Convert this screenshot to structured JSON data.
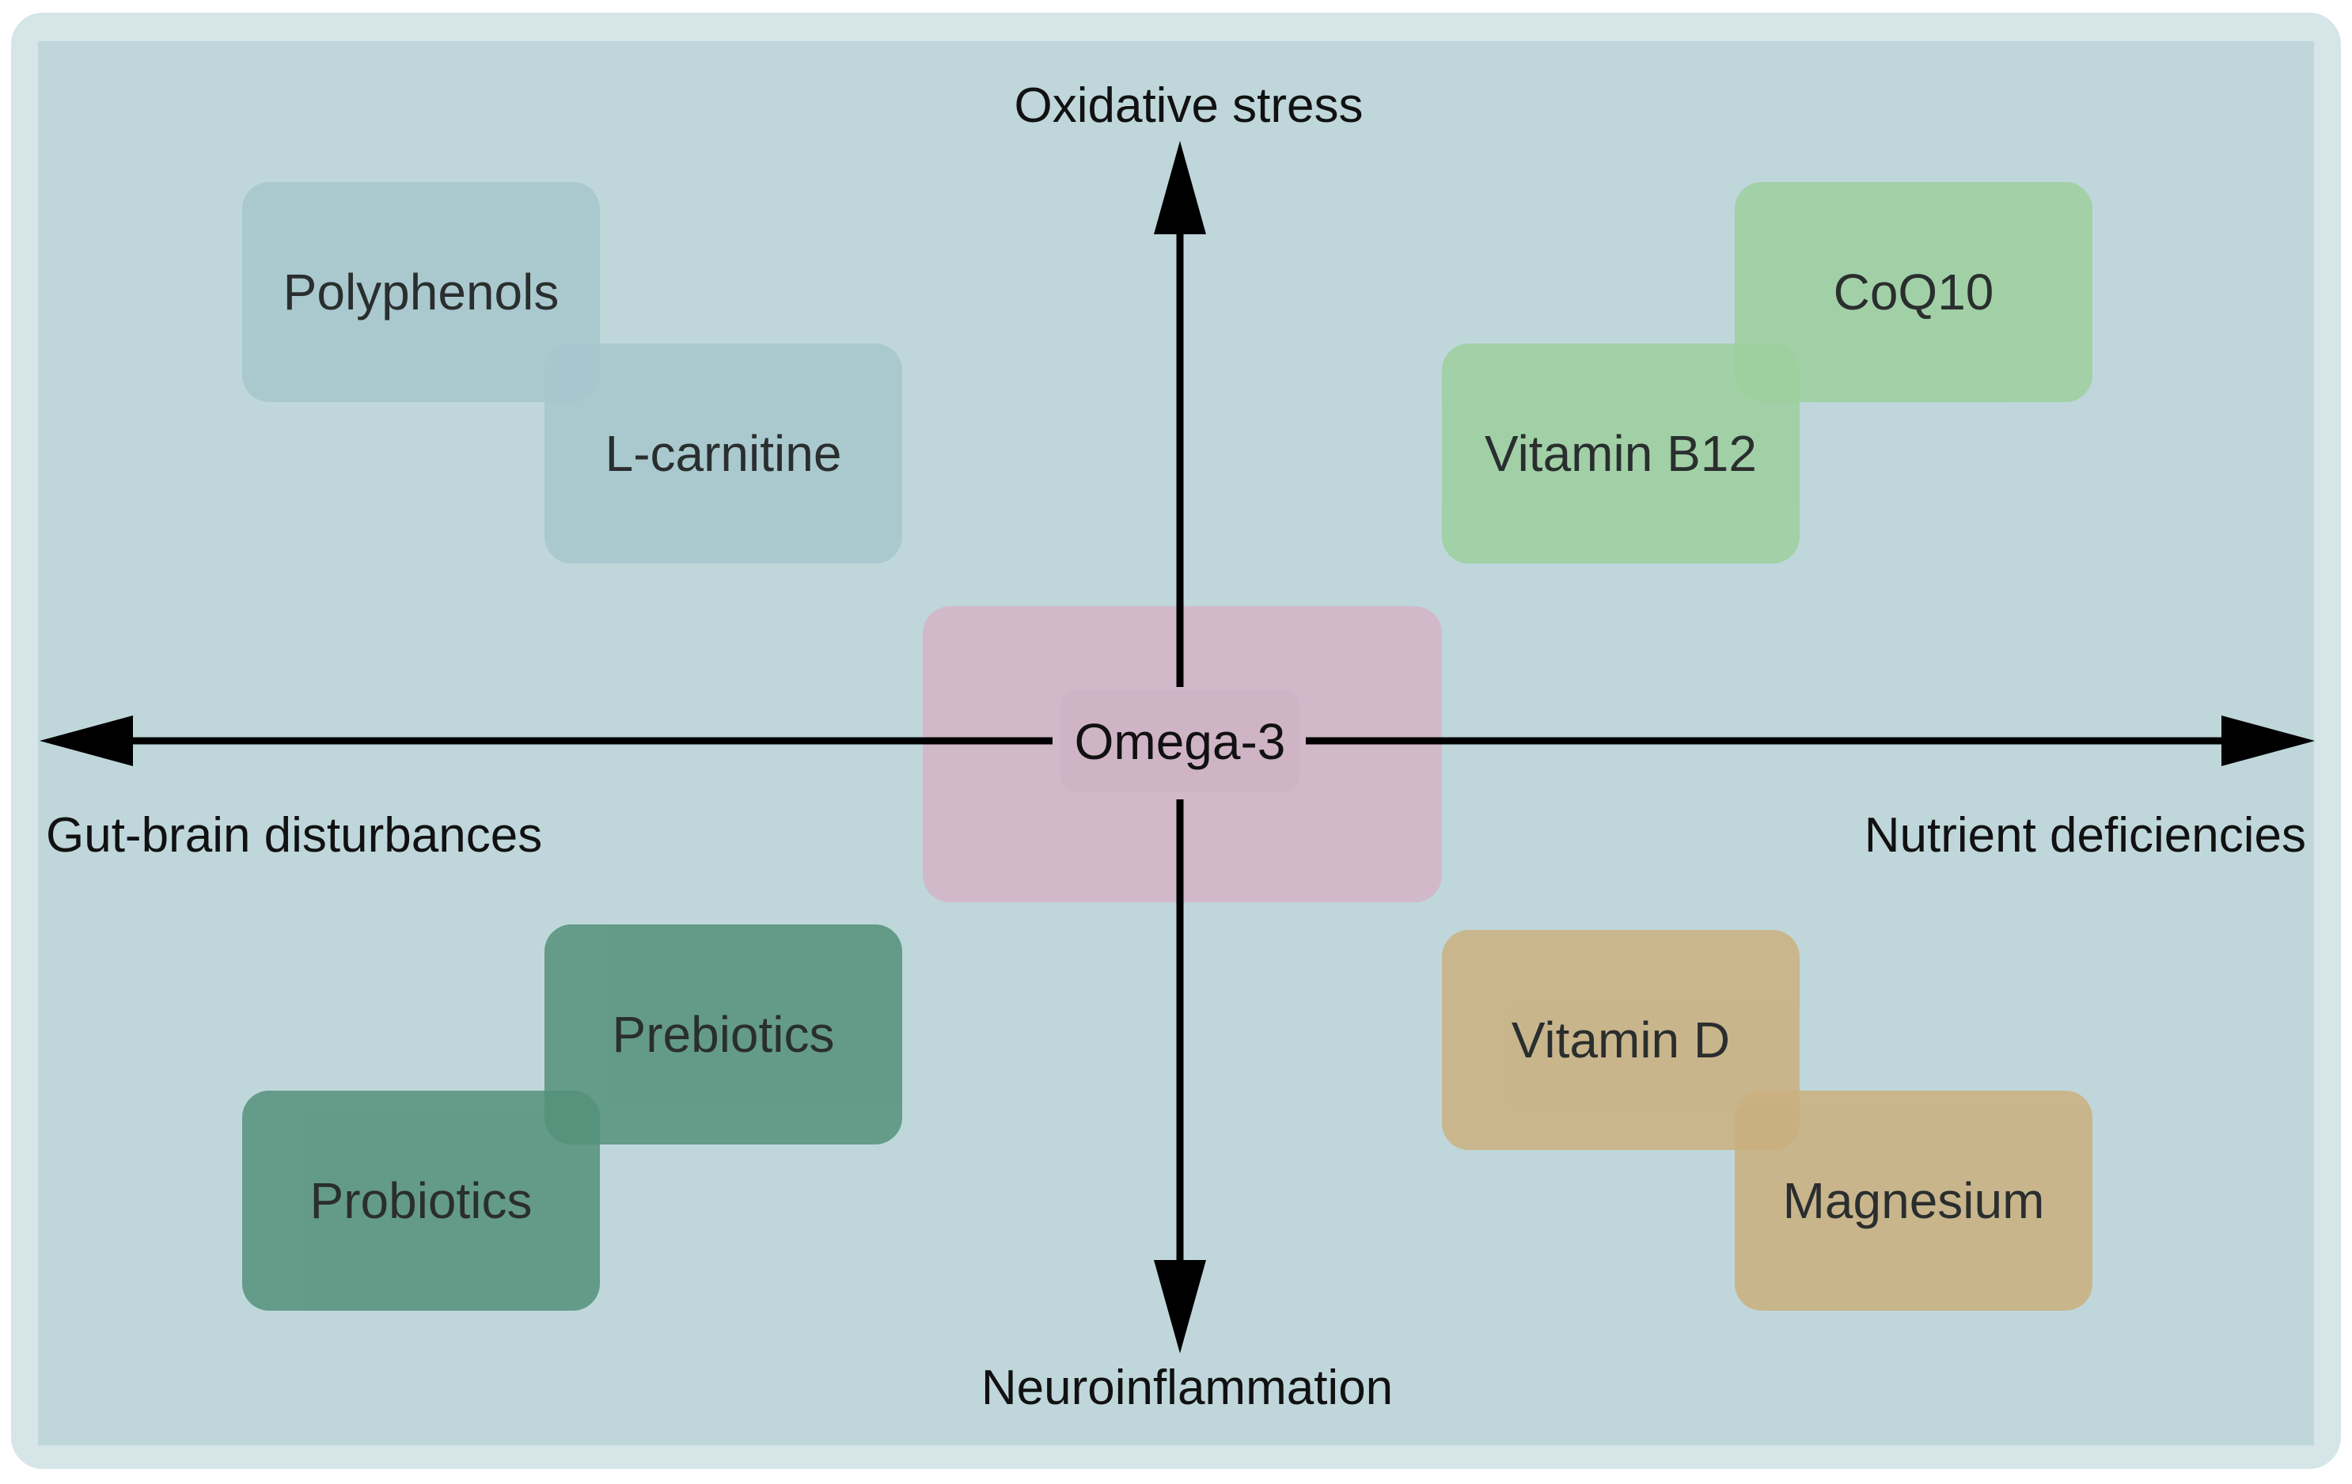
{
  "diagram": {
    "axis_labels": {
      "top": "Oxidative stress",
      "bottom": "Neuroinflammation",
      "left": "Gut-brain disturbances",
      "right": "Nutrient deficiencies"
    },
    "center": {
      "label": "Omega-3",
      "color": "#d3b6c8"
    },
    "quadrants": {
      "top_left": [
        {
          "label": "Polyphenols",
          "color": "#a6c7cc"
        },
        {
          "label": "L-carnitine",
          "color": "#a6c7cc"
        }
      ],
      "top_right": [
        {
          "label": "CoQ10",
          "color": "#9ccf9e"
        },
        {
          "label": "Vitamin B12",
          "color": "#9ccf9e"
        }
      ],
      "bottom_left": [
        {
          "label": "Prebiotics",
          "color": "#54917a"
        },
        {
          "label": "Probiotics",
          "color": "#54917a"
        }
      ],
      "bottom_right": [
        {
          "label": "Vitamin D",
          "color": "#cbb07f"
        },
        {
          "label": "Magnesium",
          "color": "#cbb07f"
        }
      ]
    },
    "background_color": "#bfd7db",
    "frame_color": "#d5e5e8"
  }
}
